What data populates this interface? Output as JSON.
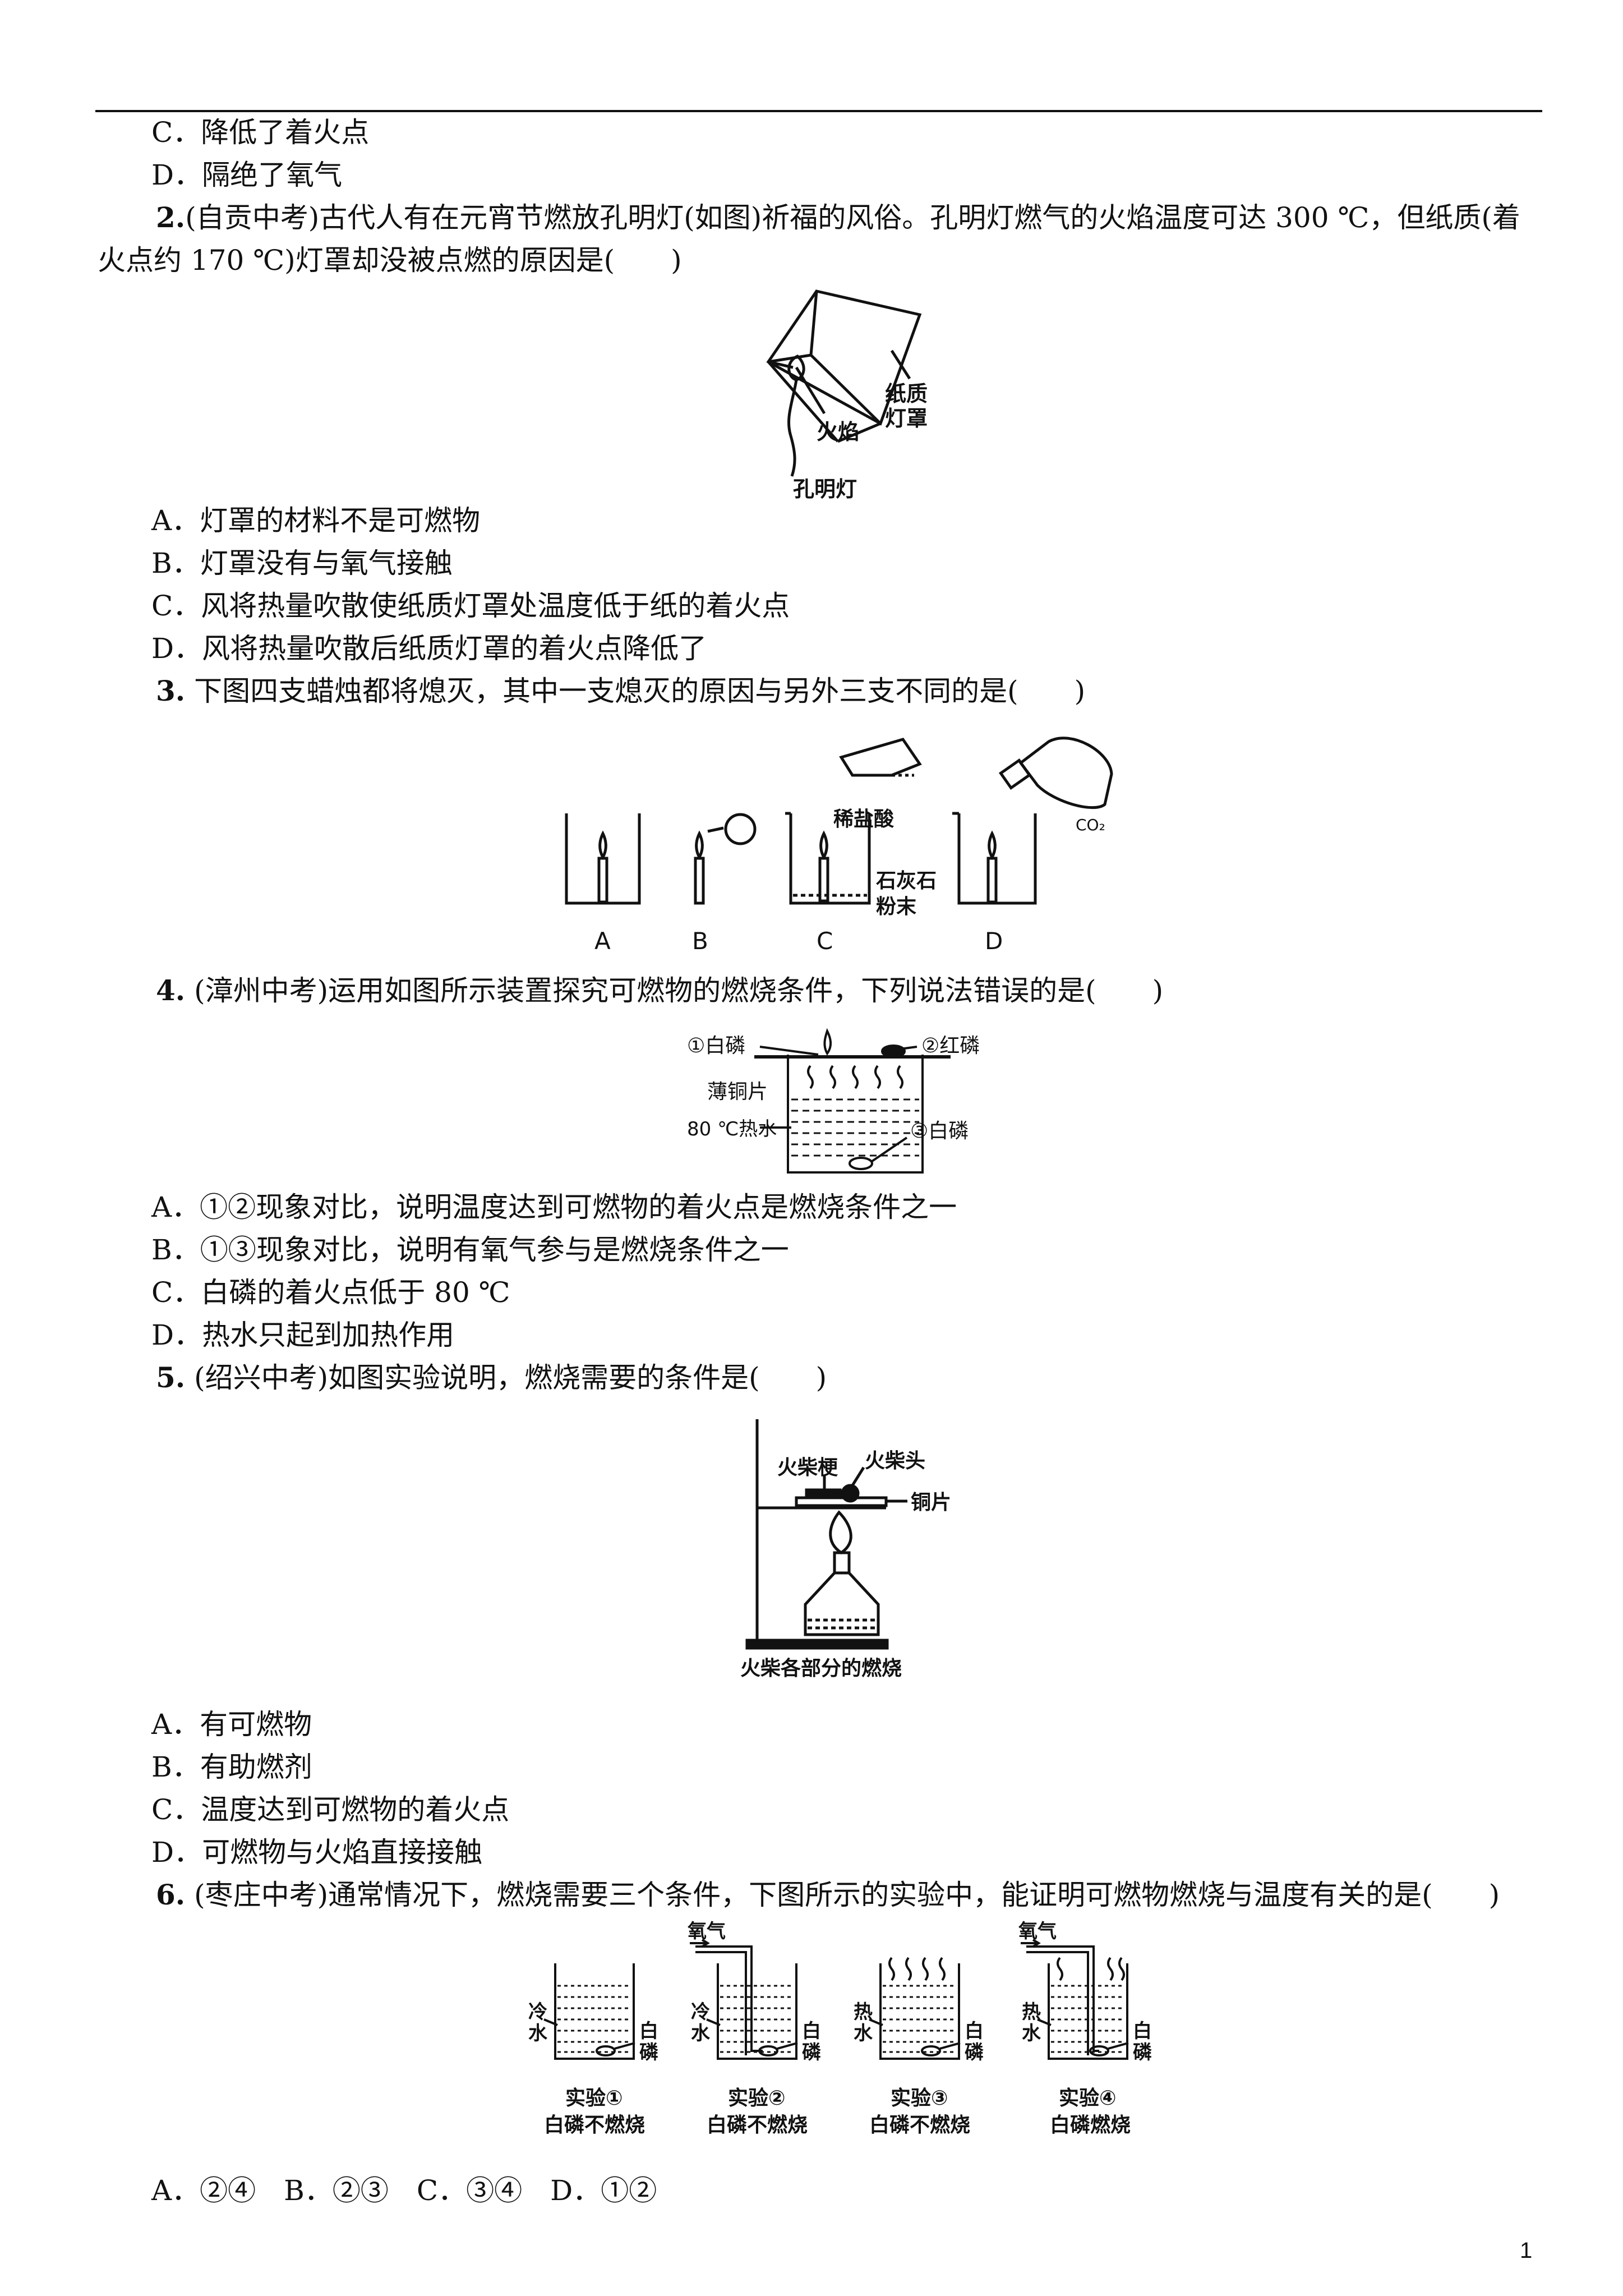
{
  "q1_tail": {
    "opt_c": "C．降低了着火点",
    "opt_d": "D．隔绝了氧气"
  },
  "q2": {
    "num": "2.",
    "stem_line1": "(自贡中考)古代人有在元宵节燃放孔明灯(如图)祈福的风俗。孔明灯燃气的火焰温度可达 300 ℃，但纸质(着",
    "stem_line2": "火点约 170 ℃)灯罩却没被点燃的原因是(　　)",
    "fig_label_shade_1": "纸质",
    "fig_label_shade_2": "灯罩",
    "fig_label_flame": "火焰",
    "fig_caption": "孔明灯",
    "opt_a": "A．灯罩的材料不是可燃物",
    "opt_b": "B．灯罩没有与氧气接触",
    "opt_c": "C．风将热量吹散使纸质灯罩处温度低于纸的着火点",
    "opt_d": "D．风将热量吹散后纸质灯罩的着火点降低了"
  },
  "q3": {
    "num": "3.",
    "stem": "下图四支蜡烛都将熄灭，其中一支熄灭的原因与另外三支不同的是(　　)",
    "label_acid": "稀盐酸",
    "label_lime_1": "石灰石",
    "label_lime_2": "粉末",
    "label_co2": "CO₂",
    "label_a": "A",
    "label_b": "B",
    "label_c": "C",
    "label_d": "D"
  },
  "q4": {
    "num": "4.",
    "stem": "(漳州中考)运用如图所示装置探究可燃物的燃烧条件，下列说法错误的是(　　)",
    "label_white_p_1": "①白磷",
    "label_red_p": "②红磷",
    "label_copper": "薄铜片",
    "label_water": "80 ℃热水",
    "label_white_p_3": "③白磷",
    "opt_a": "A．①②现象对比，说明温度达到可燃物的着火点是燃烧条件之一",
    "opt_b": "B．①③现象对比，说明有氧气参与是燃烧条件之一",
    "opt_c": "C．白磷的着火点低于 80 ℃",
    "opt_d": "D．热水只起到加热作用"
  },
  "q5": {
    "num": "5.",
    "stem": "(绍兴中考)如图实验说明，燃烧需要的条件是(　　)",
    "label_stick": "火柴梗",
    "label_head": "火柴头",
    "label_copper": "铜片",
    "fig_caption": "火柴各部分的燃烧",
    "opt_a": "A．有可燃物",
    "opt_b": "B．有助燃剂",
    "opt_c": "C．温度达到可燃物的着火点",
    "opt_d": "D．可燃物与火焰直接接触"
  },
  "q6": {
    "num": "6.",
    "stem": "(枣庄中考)通常情况下，燃烧需要三个条件，下图所示的实验中，能证明可燃物燃烧与温度有关的是(　　)",
    "oxygen": "氧气",
    "cold_1": "冷",
    "cold_2": "水",
    "hot_1": "热",
    "hot_2": "水",
    "wp_1": "白",
    "wp_2": "磷",
    "exp1_title": "实验①",
    "exp2_title": "实验②",
    "exp3_title": "实验③",
    "exp4_title": "实验④",
    "exp1_result": "白磷不燃烧",
    "exp2_result": "白磷不燃烧",
    "exp3_result": "白磷不燃烧",
    "exp4_result": "白磷燃烧",
    "options": "A．②④　B．②③　C．③④　D．①②"
  },
  "page_number": "1"
}
